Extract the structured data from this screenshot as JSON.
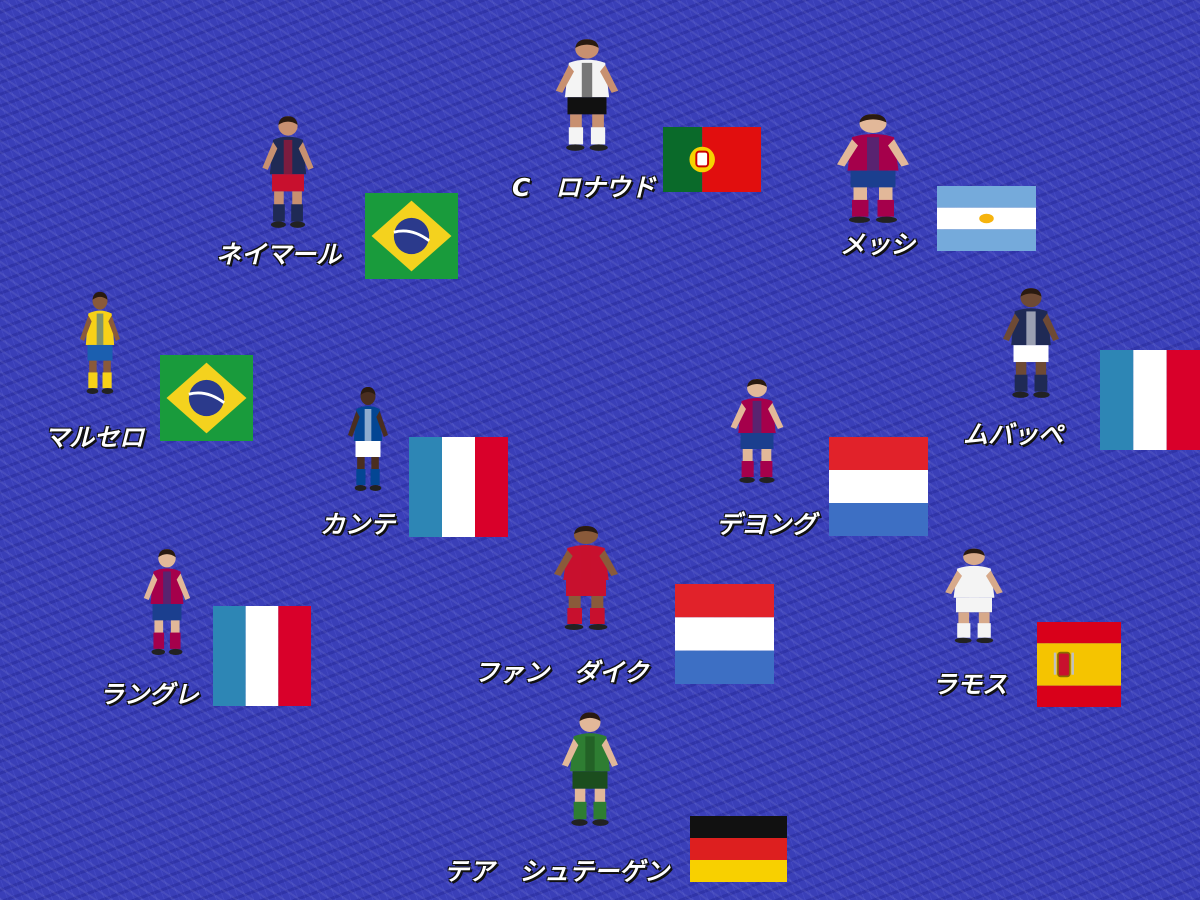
{
  "players": [
    {
      "key": "ronaldo",
      "name": "C　ロナウド",
      "country": "Portugal",
      "kit": "#f4f4f4",
      "kit2": "#111111",
      "skin": "#c89070"
    },
    {
      "key": "neymar",
      "name": "ネイマール",
      "country": "Brazil",
      "kit": "#1f2a55",
      "kit2": "#c8102e",
      "skin": "#c89070"
    },
    {
      "key": "messi",
      "name": "メッシ",
      "country": "Argentina",
      "kit": "#a5004b",
      "kit2": "#1b3f8f",
      "skin": "#e2b899"
    },
    {
      "key": "marcelo",
      "name": "マルセロ",
      "country": "Brazil",
      "kit": "#f7d117",
      "kit2": "#1b5fb0",
      "skin": "#8a5a3a"
    },
    {
      "key": "mbappe",
      "name": "ムバッペ",
      "country": "France",
      "kit": "#1f2a55",
      "kit2": "#ffffff",
      "skin": "#6e4a35"
    },
    {
      "key": "kante",
      "name": "カンテ",
      "country": "France",
      "kit": "#034694",
      "kit2": "#ffffff",
      "skin": "#4a2e20"
    },
    {
      "key": "dejong",
      "name": "デヨング",
      "country": "Netherlands",
      "kit": "#a5004b",
      "kit2": "#1b3f8f",
      "skin": "#e2b899"
    },
    {
      "key": "lenglet",
      "name": "ラングレ",
      "country": "France",
      "kit": "#a5004b",
      "kit2": "#1b3f8f",
      "skin": "#e2b899"
    },
    {
      "key": "vandijk",
      "name": "ファン　ダイク",
      "country": "Netherlands",
      "kit": "#c8102e",
      "kit2": "#c8102e",
      "skin": "#8a5a3a"
    },
    {
      "key": "ramos",
      "name": "ラモス",
      "country": "Spain",
      "kit": "#f4f4f4",
      "kit2": "#f4f4f4",
      "skin": "#d7a98a"
    },
    {
      "key": "terstegen",
      "name": "テア　シュテーゲン",
      "country": "Germany",
      "kit": "#2e7d32",
      "kit2": "#1b4d1e",
      "skin": "#e2b899"
    }
  ],
  "colors": {
    "background": "#3a3fb8",
    "brazil_green": "#199b3c",
    "brazil_yellow": "#f4d21e",
    "brazil_blue": "#2b3a8c",
    "france_blue": "#2d86b5",
    "france_white": "#ffffff",
    "france_red": "#d9002a",
    "netherlands_red": "#e1222a",
    "netherlands_white": "#ffffff",
    "netherlands_blue": "#3d6fc4",
    "portugal_green": "#0a6a2a",
    "portugal_red": "#e10e0e",
    "argentina_sky": "#75aadb",
    "argentina_sun": "#f6b40e",
    "spain_red": "#d9001a",
    "spain_yellow": "#f5c400",
    "germany_black": "#111111",
    "germany_red": "#dd1f1f",
    "germany_gold": "#f8d000"
  }
}
